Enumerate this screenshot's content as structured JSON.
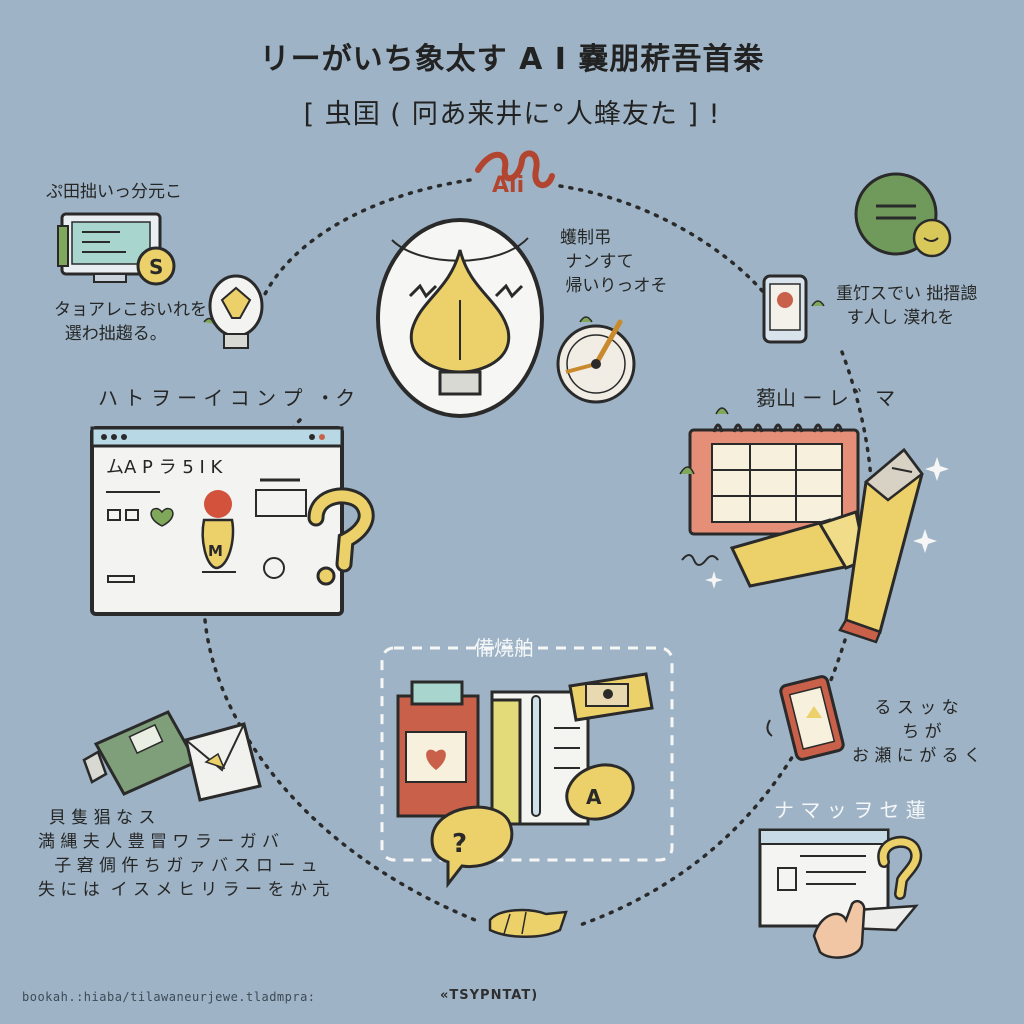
{
  "header": {
    "title": "リーがいち象太す A I 嚢朋菥吾首桊",
    "subtitle": "[ 虫囯 ( 冋あ来井に°人蜂友た ] !"
  },
  "brand_mark": "Ali",
  "labels": {
    "top_left_heading": "ぷ田拙いっ分元こ",
    "top_left_caption": "タョアレこおいれを\n  選わ拙趨る。",
    "top_center_note": "蠖制弔\n ナンすて\n 帰いりっオそ",
    "top_right_caption": "重饤スでい 拙搢謥\n  す人し 漠れを",
    "left_mid_heading": "ハ ト ヲ ー イ コ ン プ  ・ク",
    "browser_text": "ムA P ラ 5 I K",
    "right_mid_heading": "蒭山 ー レ ゛マ",
    "center_bottom_heading": "備燒舶",
    "bottom_right_caption": "る ス ッ な\n  ち が\nお 瀬 に が る く",
    "bottom_right_heading": "ナ マ ッ ヲ セ 蓮",
    "bottom_left_caption": "  貝 隻 猖 な ス\n満 縄 夫 人 豊 冒 ワ ラ ー ガ バ\n   子 窘 倜 仵 ち ガ ァ バ ス ロ ー ュ\n失 に は  イ ス メ ヒ リ ラ ー を か 亢"
  },
  "footer": {
    "url": "bookah.:hiaba/tilawaneurjewe.tladmpra:",
    "mark": "«TSYPNTAT)"
  },
  "colors": {
    "background": "#9eb4c6",
    "yellow": "#ecd06a",
    "red": "#c9604a",
    "green": "#7fa85a",
    "teal": "#a9d5cf",
    "ink": "#2b2b2b"
  },
  "icons": [
    "monitor-icon",
    "coin-icon",
    "lightbulb-icon",
    "light-bulb-rocket-icon",
    "gauge-icon",
    "green-coin-icon",
    "phone-icon",
    "browser-window-icon",
    "question-mark-icon",
    "calendar-notebook-icon",
    "pencil-icon",
    "sparkle-icon",
    "binder-icon",
    "speech-bubble-icon",
    "ticket-icon",
    "smartphone-icon",
    "bottle-icon",
    "envelope-icon",
    "hand-pointer-icon"
  ]
}
